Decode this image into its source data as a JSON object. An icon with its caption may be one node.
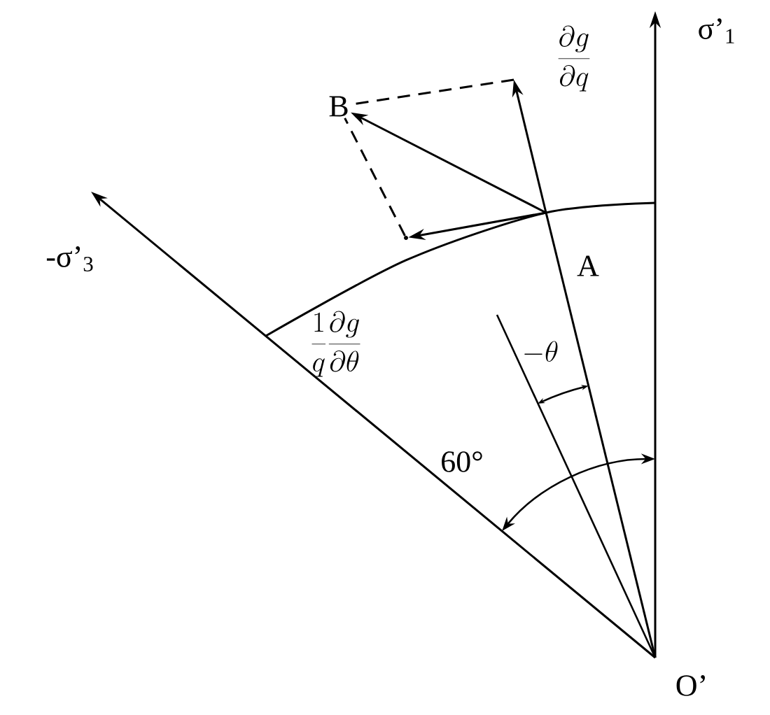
{
  "diagram": {
    "nodes": [
      {
        "text": [],
        "shape": "point",
        "beside": [
          "O’"
        ]
      },
      {
        "text": [],
        "shape": "point",
        "beside": [
          "A"
        ]
      },
      {
        "text": [
          "B"
        ]
      },
      {
        "text": [],
        "shape": "point",
        "beside": [
          "\\frac{\\partial g}{\\partial q}"
        ]
      },
      {
        "text": [],
        "shape": "dot"
      }
    ],
    "edges": [
      {
        "from": 0,
        "to": 1,
        "arrow": "none"
      },
      {
        "from": 1,
        "to": 3,
        "arrow": "to"
      },
      {
        "from": 1,
        "to": 2,
        "arrow": "to"
      },
      {
        "from": 1,
        "to": 4,
        "arrow": "to"
      },
      {
        "from": 4,
        "to": 2,
        "arrow": "none",
        "style": "dashed"
      },
      {
        "from": 3,
        "to": 2,
        "arrow": "none",
        "style": "dashed"
      }
    ],
    "labels": [
      "σ’$_{1}$",
      "-σ’$_{3}$",
      "\\frac{1}{q}\\frac{\\partial g}{\\partial \\theta}",
      "-\\theta",
      "60°"
    ]
  }
}
